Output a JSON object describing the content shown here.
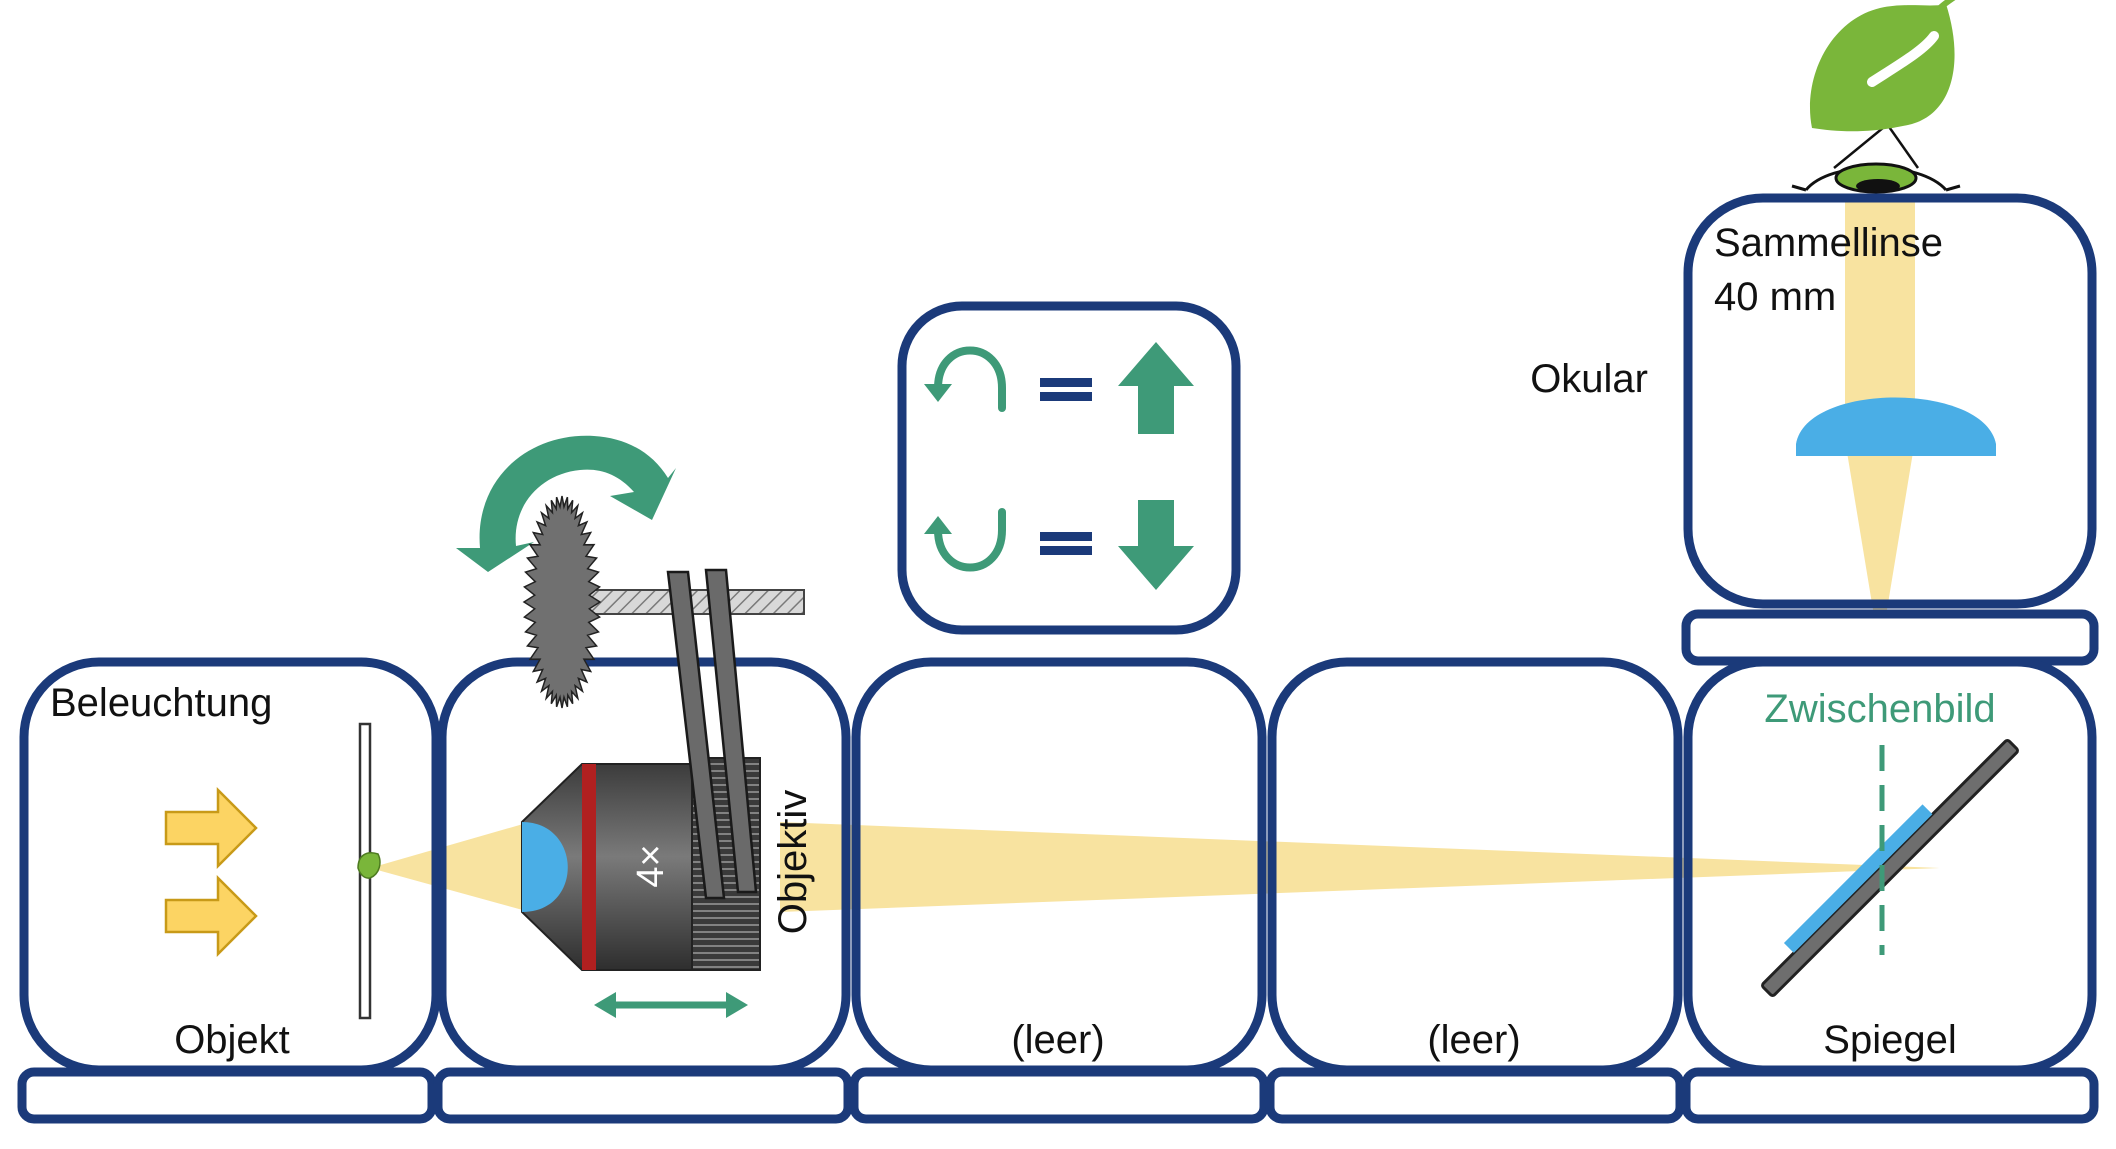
{
  "colors": {
    "frame": "#1b3a7a",
    "beam": "#f8e3a0",
    "lens": "#4aaee6",
    "teal": "#3e9a78",
    "gear": "#707070",
    "objective_body": "#5a5a5a",
    "objective_ring": "#b02020",
    "arrow_fill": "#fcd463",
    "arrow_stroke": "#c89a18",
    "leaf": "#7ab63a",
    "mirror": "#6e6e6e",
    "label": "#111111"
  },
  "labels": {
    "beleuchtung": "Beleuchtung",
    "objekt": "Objekt",
    "objektiv": "Objektiv",
    "magnification": "4×",
    "leer_1": "(leer)",
    "leer_2": "(leer)",
    "spiegel": "Spiegel",
    "zwischenbild": "Zwischenbild",
    "okular": "Okular",
    "sammellinse_line1": "Sammellinse",
    "sammellinse_line2": "40 mm"
  },
  "icons": {
    "illumination": "right-arrow-icon",
    "rotate": "rotate-arrow-icon",
    "focus_knob": "gear-icon",
    "eye": "eye-icon",
    "leaf": "leaf-icon",
    "clockwise_up": "rotate-cw-equals-up-icon",
    "counterclockwise_down": "rotate-ccw-equals-down-icon",
    "shift": "double-arrow-icon"
  }
}
